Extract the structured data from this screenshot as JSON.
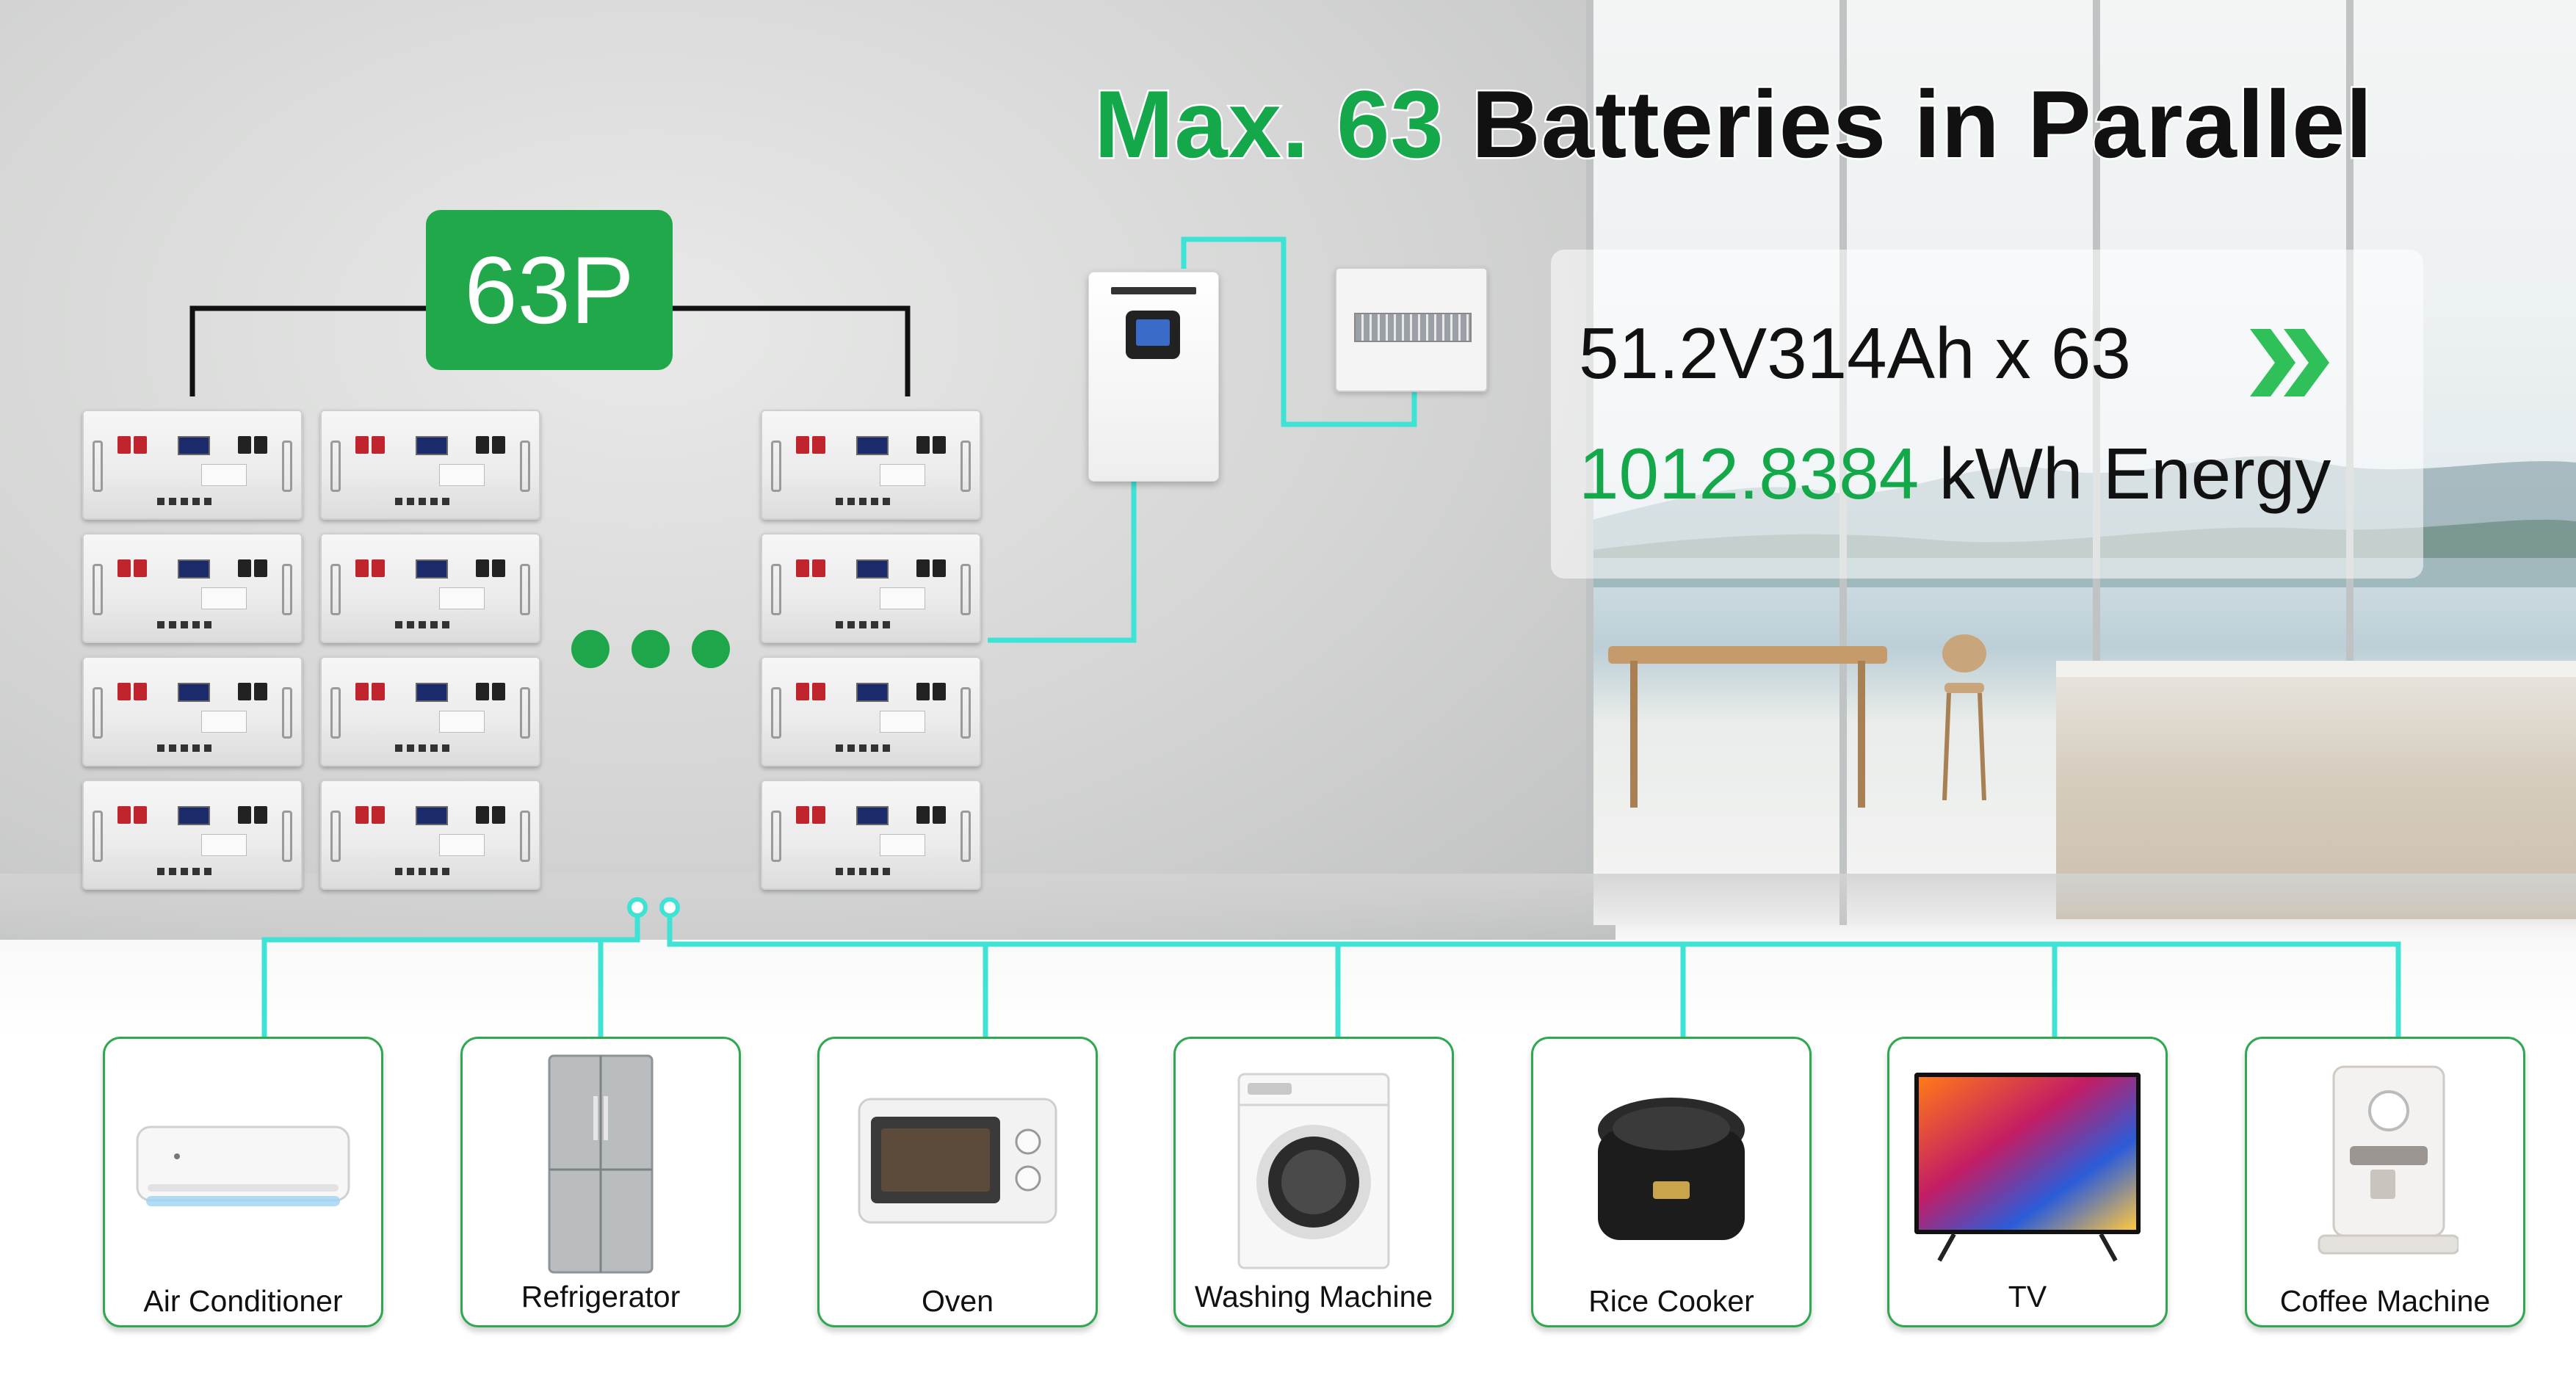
{
  "headline": {
    "part1": "Max. 63",
    "part2": "Batteries in Parallel"
  },
  "badge": {
    "label": "63P"
  },
  "specs": {
    "config": "51.2V314Ah x 63",
    "energy_value": "1012.8384",
    "energy_unit": "kWh Energy",
    "arrow_icon": "double-chevron-right-icon"
  },
  "colors": {
    "accent_green": "#14a84a",
    "badge_green": "#20a84a",
    "wire_cyan": "#3fe3d6",
    "card_border": "#2fa84f"
  },
  "appliances": [
    {
      "label": "Air Conditioner",
      "icon": "air-conditioner-icon"
    },
    {
      "label": "Refrigerator",
      "icon": "refrigerator-icon"
    },
    {
      "label": "Oven",
      "icon": "oven-icon"
    },
    {
      "label": "Washing Machine",
      "icon": "washing-machine-icon"
    },
    {
      "label": "Rice Cooker",
      "icon": "rice-cooker-icon"
    },
    {
      "label": "TV",
      "icon": "tv-icon"
    },
    {
      "label": "Coffee Machine",
      "icon": "coffee-machine-icon"
    }
  ]
}
